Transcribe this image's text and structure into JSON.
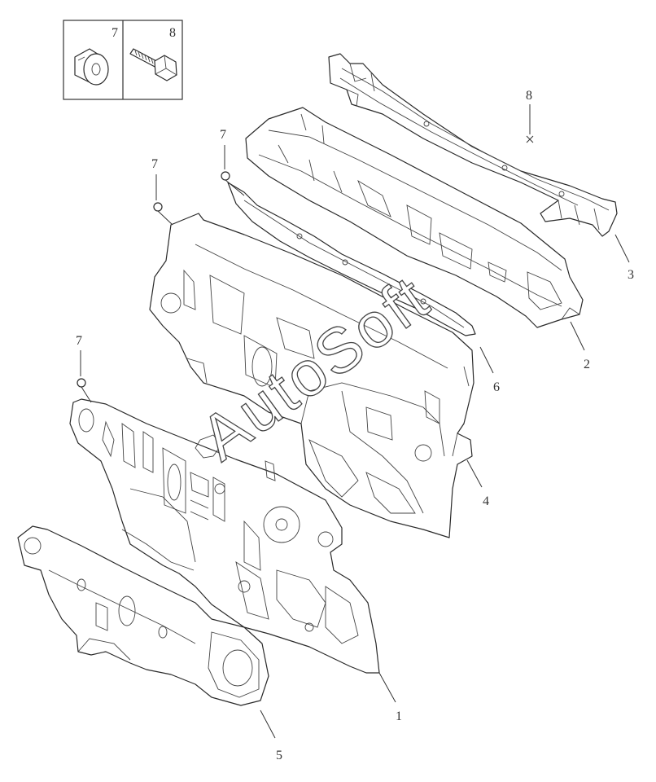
{
  "colors": {
    "line": "#2a2a2a",
    "background": "#ffffff"
  },
  "inset_box": {
    "cells": [
      {
        "number": "7",
        "part": "clip-fastener"
      },
      {
        "number": "8",
        "part": "flange-bolt"
      }
    ]
  },
  "callouts": [
    {
      "id": "c8",
      "number": "8"
    },
    {
      "id": "c3",
      "number": "3"
    },
    {
      "id": "c2",
      "number": "2"
    },
    {
      "id": "c6",
      "number": "6"
    },
    {
      "id": "c4",
      "number": "4"
    },
    {
      "id": "c7a",
      "number": "7"
    },
    {
      "id": "c7b",
      "number": "7"
    },
    {
      "id": "c7c",
      "number": "7"
    },
    {
      "id": "c1",
      "number": "1"
    },
    {
      "id": "c5",
      "number": "5"
    }
  ],
  "watermark": "AutoSoft"
}
